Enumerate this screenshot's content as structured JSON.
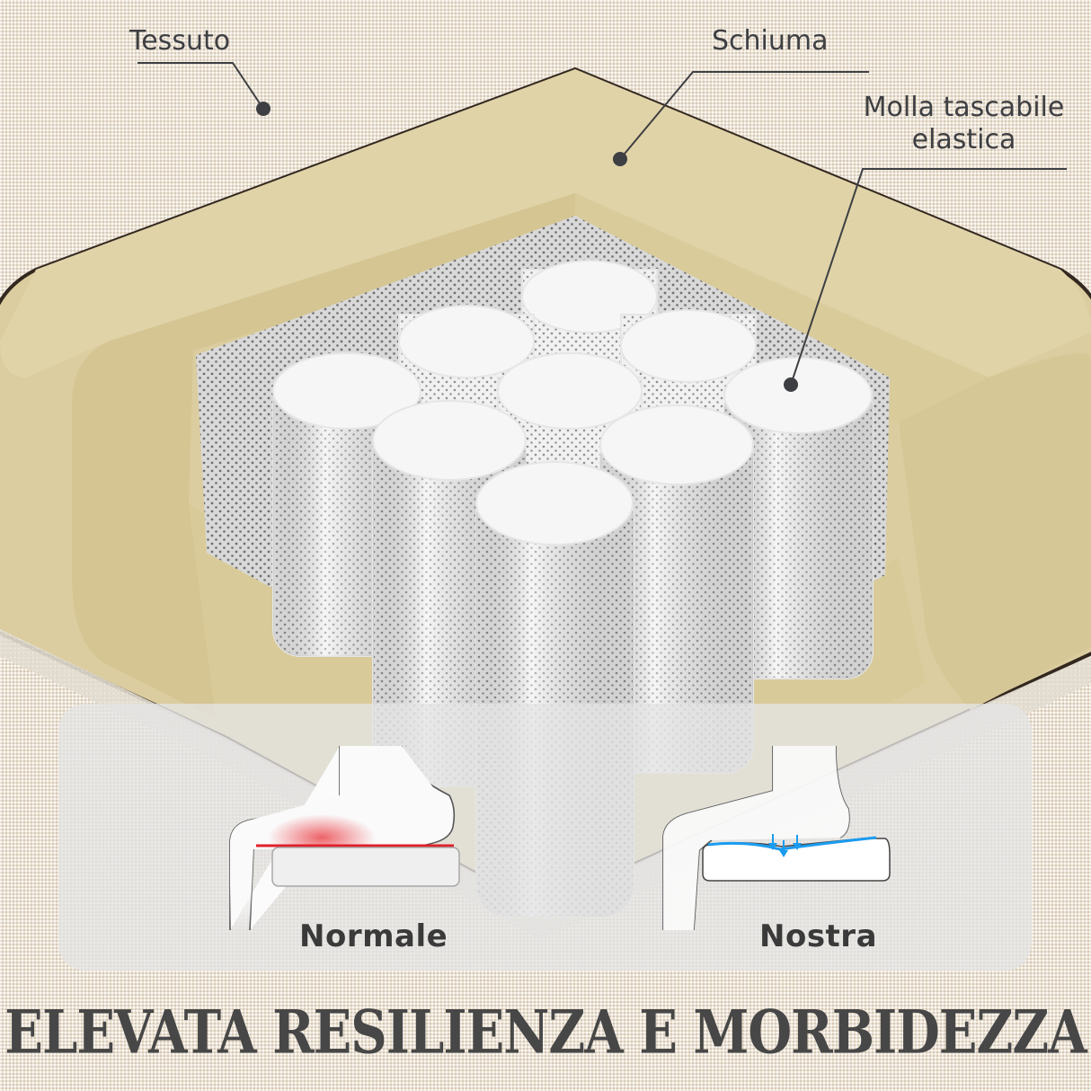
{
  "callouts": {
    "fabric": {
      "label": "Tessuto"
    },
    "foam": {
      "label": "Schiuma"
    },
    "spring": {
      "line1": "Molla tascabile",
      "line2": "elastica"
    }
  },
  "comparison": {
    "normal": {
      "label": "Normale",
      "pressure_color": "#e0202a"
    },
    "ours": {
      "label": "Nostra",
      "support_color": "#1a9cf0"
    }
  },
  "headline": "ELEVATA RESILIENZA E MORBIDEZZA",
  "colors": {
    "fabric": "#ebe4d8",
    "foam": "#dccfa2",
    "foam_inner": "#d4c595",
    "edge": "#3a2e25",
    "text": "#3e3f42",
    "panel": "#e4e4e4"
  }
}
